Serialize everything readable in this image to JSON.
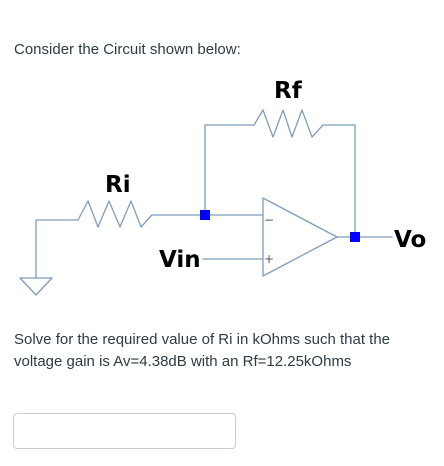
{
  "question": {
    "intro": "Consider the Circuit shown below:",
    "body": "Solve for the required value of Ri in kOhms such that the voltage gain is Av=4.38dB with an Rf=12.25kOhms"
  },
  "circuit": {
    "labels": {
      "rf": "Rf",
      "ri": "Ri",
      "vin": "Vin",
      "vo": "Vo",
      "inverting_pin": "−",
      "noninverting_pin": "+"
    },
    "colors": {
      "wire": "#7f9db9",
      "node": "#0000ff",
      "resistor": "#7f9db9"
    }
  },
  "answer": {
    "value": "",
    "placeholder": ""
  }
}
